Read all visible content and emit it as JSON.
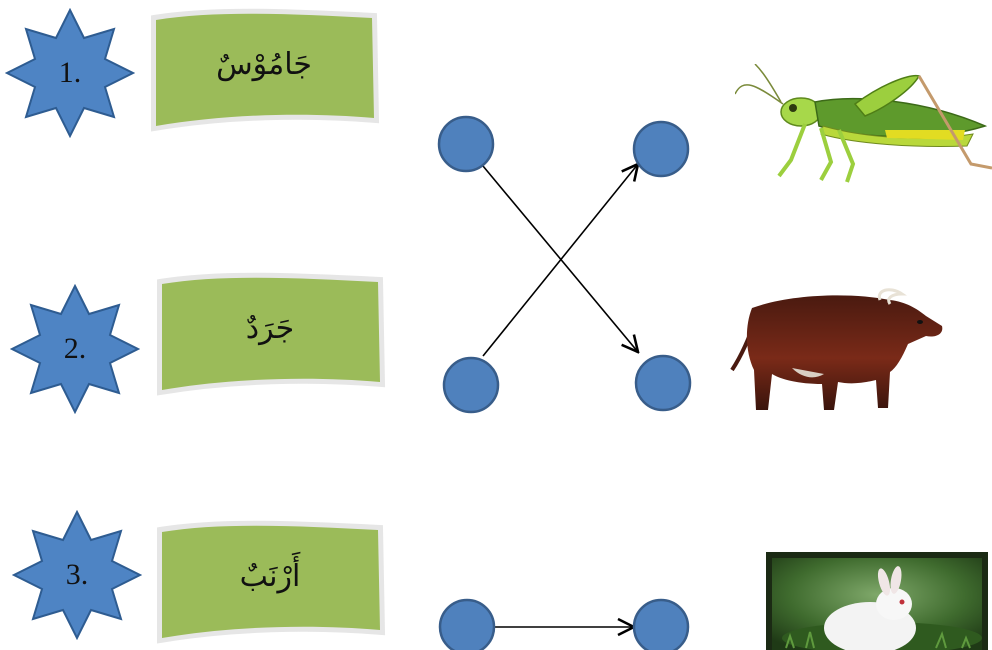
{
  "items": [
    {
      "number": "1.",
      "word": "جَامُوْسٌ"
    },
    {
      "number": "2.",
      "word": "جَرَدٌ"
    },
    {
      "number": "3.",
      "word": "أَرْنَبٌ"
    }
  ],
  "colors": {
    "star_fill": "#4e84c4",
    "star_stroke": "#2e5c91",
    "banner_fill": "#9bbb59",
    "dot_fill": "#4f81bd",
    "dot_stroke": "#385d8a",
    "line": "#000000"
  },
  "pictures": [
    "grasshopper-illustration",
    "buffalo-illustration",
    "rabbit-photo"
  ]
}
